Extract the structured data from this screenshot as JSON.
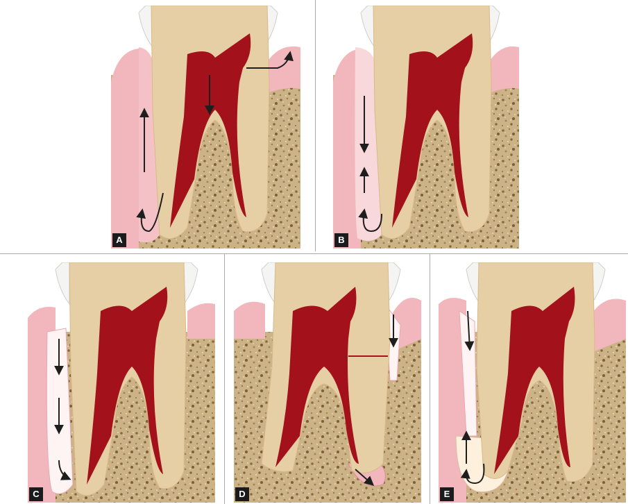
{
  "figure": {
    "panels": [
      {
        "id": "A",
        "label": "A"
      },
      {
        "id": "B",
        "label": "B"
      },
      {
        "id": "C",
        "label": "C"
      },
      {
        "id": "D",
        "label": "D"
      },
      {
        "id": "E",
        "label": "E"
      }
    ]
  },
  "colors": {
    "bone": "#c8ad80",
    "bone_speckle": "#8a6a3a",
    "gingiva": "#f2b7bd",
    "pdl": "#f7d2d5",
    "tooth": "#e6cfa4",
    "pulp": "#a3121b",
    "crown": "#f4f4f2",
    "arrow": "#1e1e1e"
  },
  "icons": [
    "arrow-icon"
  ]
}
